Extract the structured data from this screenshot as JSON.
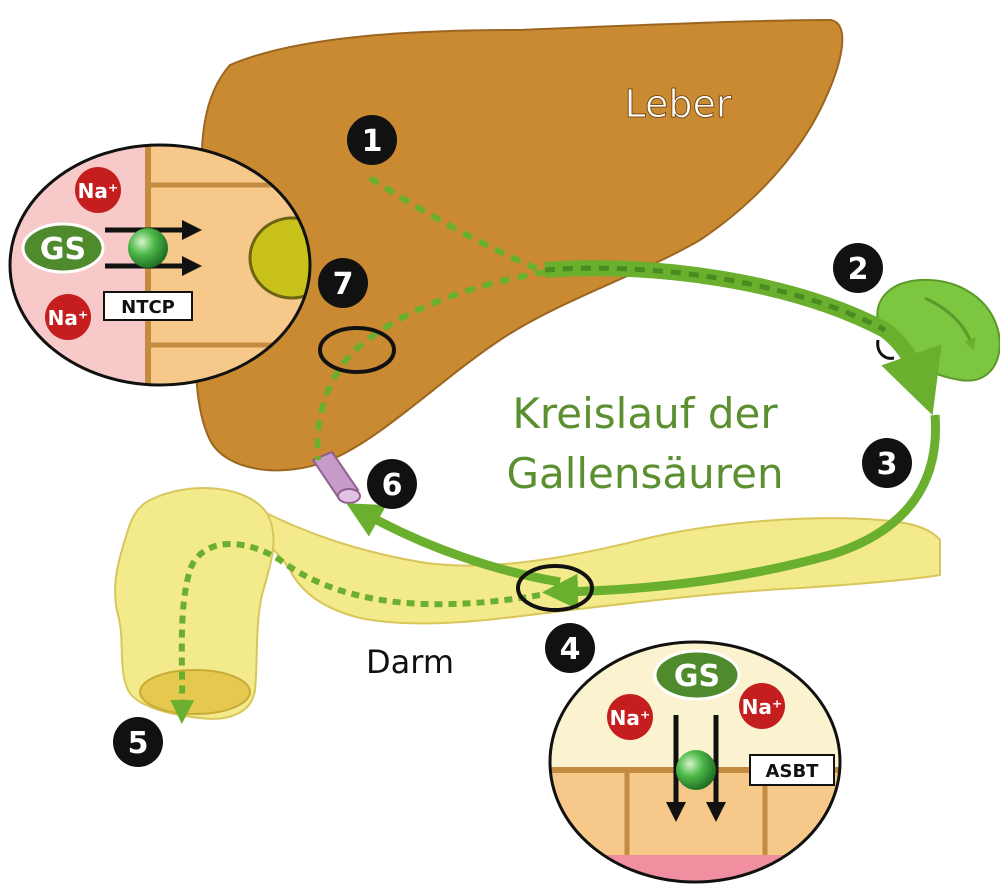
{
  "labels": {
    "liver": "Leber",
    "title_line1": "Kreislauf der",
    "title_line2": "Gallensäuren",
    "intestine": "Darm"
  },
  "steps": [
    "1",
    "2",
    "3",
    "4",
    "5",
    "6",
    "7"
  ],
  "inset_liver": {
    "bile_acid": "GS",
    "sodium_top": "Na⁺",
    "sodium_bottom": "Na⁺",
    "transporter": "NTCP"
  },
  "inset_intestine": {
    "bile_acid": "GS",
    "sodium_left": "Na⁺",
    "sodium_right": "Na⁺",
    "transporter": "ASBT"
  },
  "colors": {
    "liver": "#c98a32",
    "liver_edge": "#9c6620",
    "bile_green": "#6ab02e",
    "title_green": "#5c8f30",
    "intestine": "#f3ea8c",
    "portal_vein": "#c89ac8",
    "sodium_red": "#c41e1e",
    "marker_black": "#111111"
  }
}
